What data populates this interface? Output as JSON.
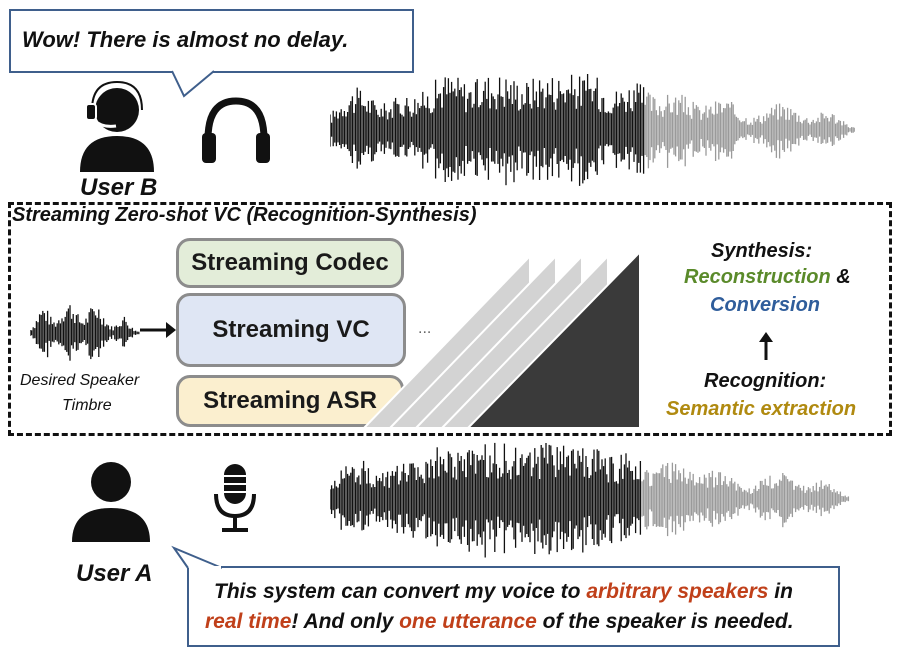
{
  "user_b": {
    "label": "User B",
    "speech": "Wow! There is almost no delay."
  },
  "user_a": {
    "label": "User A",
    "speech_line1_part1": "This system can convert my voice  to ",
    "speech_line1_highlight": "arbitrary speakers",
    "speech_line1_part2": " in",
    "speech_line2_highlight1": "real time",
    "speech_line2_part1": "! And only ",
    "speech_line2_highlight2": "one utterance",
    "speech_line2_part2": " of the speaker is needed."
  },
  "system": {
    "title": "Streaming Zero-shot VC (Recognition-Synthesis)",
    "modules": {
      "codec": "Streaming Codec",
      "vc": "Streaming VC",
      "asr": "Streaming ASR"
    },
    "ellipsis": "...",
    "speaker_caption_line1": "Desired Speaker",
    "speaker_caption_line2": "Timbre",
    "synthesis_label": "Synthesis:",
    "reconstruction": "Reconstruction",
    "ampersand": " &",
    "conversion": "Conversion",
    "recognition_label": "Recognition:",
    "semantic": "Semantic extraction"
  },
  "colors": {
    "bubble_border": "#3f5f8c",
    "highlight": "#c0401a",
    "reconstruction": "#5a8a2a",
    "conversion": "#2f5d9b",
    "semantic": "#b08a10",
    "codec_fill": "#e3edd9",
    "vc_fill": "#dfe6f4",
    "asr_fill": "#fbefcf"
  },
  "icons": {
    "user_b_avatar": "user-headset-icon",
    "headphones": "headphones-icon",
    "user_a_avatar": "user-icon",
    "microphone": "microphone-icon"
  }
}
